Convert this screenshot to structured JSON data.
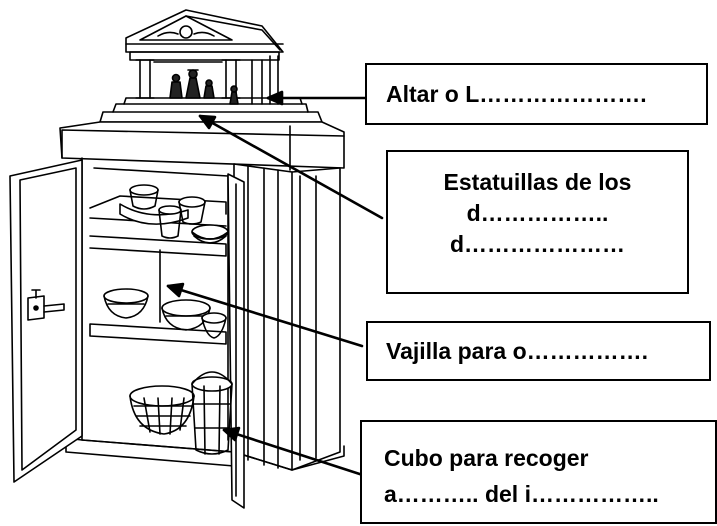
{
  "labels": {
    "altar": "Altar o L………………….",
    "statues_line1": "Estatuillas de los",
    "statues_line2": "d……………..",
    "statues_line3": "d…………………",
    "vajilla": "Vajilla para o…………….",
    "cubo_line1": "Cubo para recoger",
    "cubo_line2": "a……….. del i……………..",
    "colors": {
      "ink": "#000000",
      "background": "#ffffff"
    }
  },
  "illustration": {
    "subject": "cupboard-with-lararium-shrine",
    "icon": "lararium-cupboard-drawing"
  }
}
